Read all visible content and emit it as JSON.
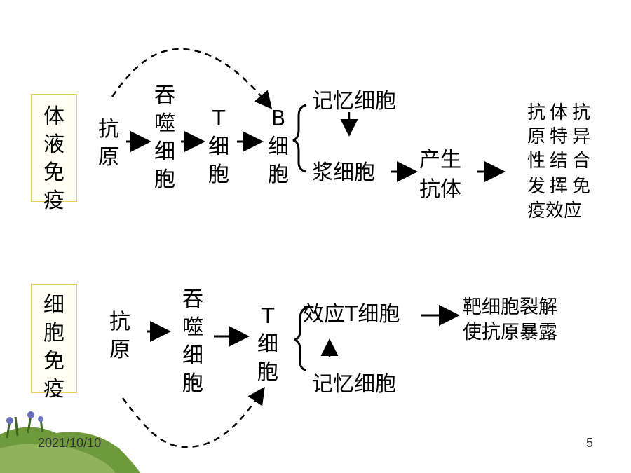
{
  "humoral": {
    "label": "体液免疫",
    "antigen": "抗原",
    "phagocyte": "吞噬细胞",
    "t_cell": "T细胞",
    "b_cell": "B细胞",
    "memory_cell": "记忆细胞",
    "plasma_cell": "浆细胞",
    "produce_antibody": [
      "产生",
      "抗体"
    ],
    "result_lines": [
      "抗体抗",
      "原特异",
      "性结合",
      "发挥免",
      "疫效应"
    ]
  },
  "cellular": {
    "label": "细胞免疫",
    "antigen": "抗原",
    "phagocyte": "吞噬细胞",
    "t_cell": "T细胞",
    "effector_t_cell": "效应T细胞",
    "memory_cell": "记忆细胞",
    "result_lines": [
      "靶细胞裂解",
      "使抗原暴露"
    ]
  },
  "footer": {
    "date": "2021/10/10",
    "page_number": "5"
  }
}
